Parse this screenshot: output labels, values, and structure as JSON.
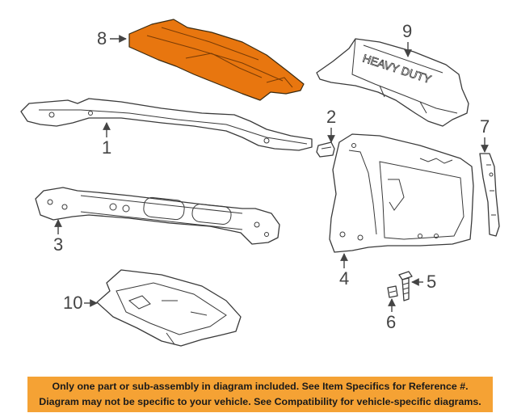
{
  "callouts": {
    "c1": "1",
    "c2": "2",
    "c3": "3",
    "c4": "4",
    "c5": "5",
    "c6": "6",
    "c7": "7",
    "c8": "8",
    "c9": "9",
    "c10": "10"
  },
  "part9_embossing": "HEAVY DUTY",
  "highlight_color": "#e8760f",
  "footer": {
    "line1": "Only one part or sub-assembly in diagram included. See Item Specifics for Reference #.",
    "line2": "Diagram may not be specific to your vehicle. See Compatibility for vehicle-specific diagrams."
  }
}
